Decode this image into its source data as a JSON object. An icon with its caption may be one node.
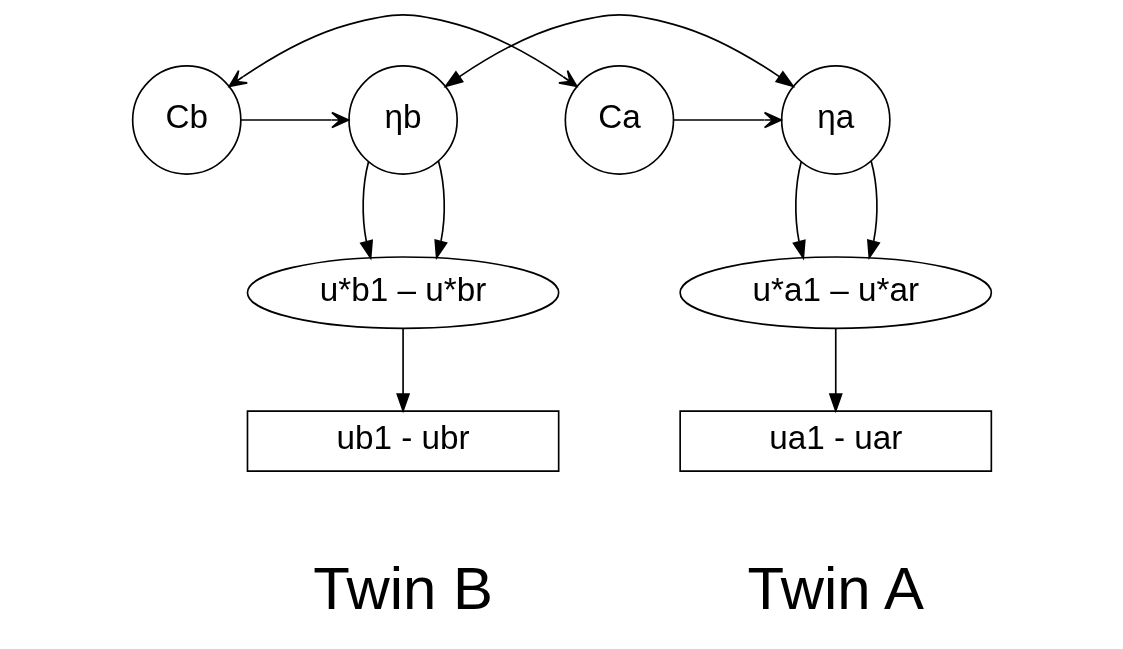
{
  "diagram": {
    "nodes": [
      {
        "text": [
          "ηa"
        ]
      },
      {
        "text": [
          "Ca"
        ]
      },
      {
        "text": [
          "Cb"
        ]
      },
      {
        "text": [
          "ηb"
        ]
      },
      {
        "text": [
          "u*a1 – u*ar"
        ]
      },
      {
        "text": [
          "u*b1 – u*br"
        ]
      },
      {
        "text": [
          "ua1 - uar"
        ]
      },
      {
        "text": [
          "ub1 - ubr"
        ]
      }
    ],
    "edges": [
      {
        "from": 1,
        "to": 2,
        "arrow": "both"
      },
      {
        "from": 0,
        "to": 3,
        "arrow": "both"
      },
      {
        "from": 1,
        "to": 0,
        "arrow": "to"
      },
      {
        "from": 2,
        "to": 3,
        "arrow": "to"
      },
      {
        "from": 0,
        "to": 4,
        "arrow": "to"
      },
      {
        "from": 0,
        "to": 4,
        "arrow": "to"
      },
      {
        "from": 3,
        "to": 5,
        "arrow": "to"
      },
      {
        "from": 3,
        "to": 5,
        "arrow": "to"
      },
      {
        "from": 4,
        "to": 6,
        "arrow": "to"
      },
      {
        "from": 5,
        "to": 7,
        "arrow": "to"
      }
    ],
    "labels": [
      "Twin A",
      "Twin B"
    ]
  }
}
